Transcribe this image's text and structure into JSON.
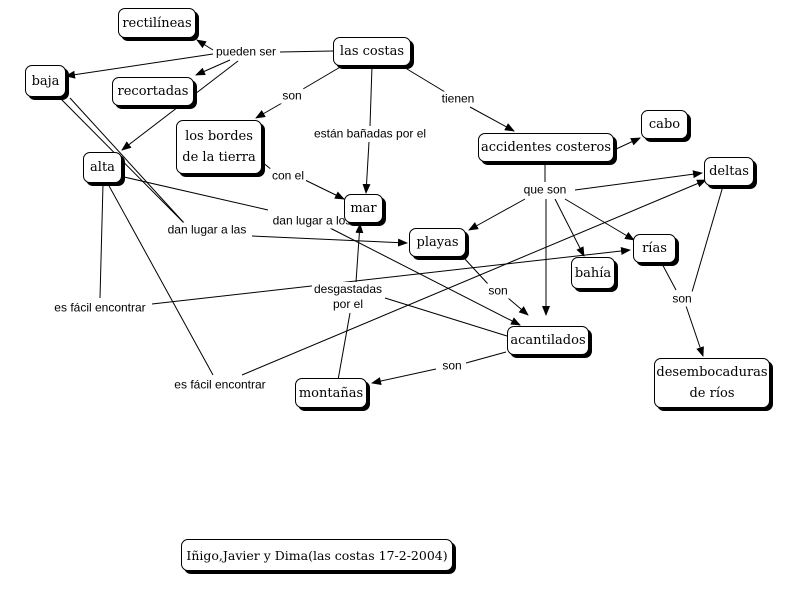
{
  "nodes": {
    "rectilineas": "rectilíneas",
    "costas": "las costas",
    "baja": "baja",
    "recortadas": "recortadas",
    "bordes": "los bordes\nde la tierra",
    "alta": "alta",
    "accidentes": "accidentes costeros",
    "cabo": "cabo",
    "deltas": "deltas",
    "mar": "mar",
    "playas": "playas",
    "rias": "rías",
    "bahia": "bahía",
    "acantilados": "acantilados",
    "montanas": "montañas",
    "desembocaduras": "desembocaduras\nde ríos",
    "credit": "Iñigo,Javier y Dima(las costas 17-2-2004)"
  },
  "links": {
    "pueden_ser": "pueden ser",
    "son_bordes": "son",
    "estan_banadas": "están bañadas por el",
    "tienen": "tienen",
    "con_el": "con el",
    "que_son": "que son",
    "dan_lugar_los": "dan lugar a los",
    "dan_lugar_las": "dan lugar a las",
    "facil_1": "es fácil encontrar",
    "facil_2": "es fácil encontrar",
    "desgastadas": "desgastadas\npor el",
    "son_acant": "son",
    "son_mont": "son",
    "son_rias": "son"
  },
  "colors": {
    "line": "#000000",
    "shadow": "#000000",
    "node_bg": "#ffffff"
  }
}
